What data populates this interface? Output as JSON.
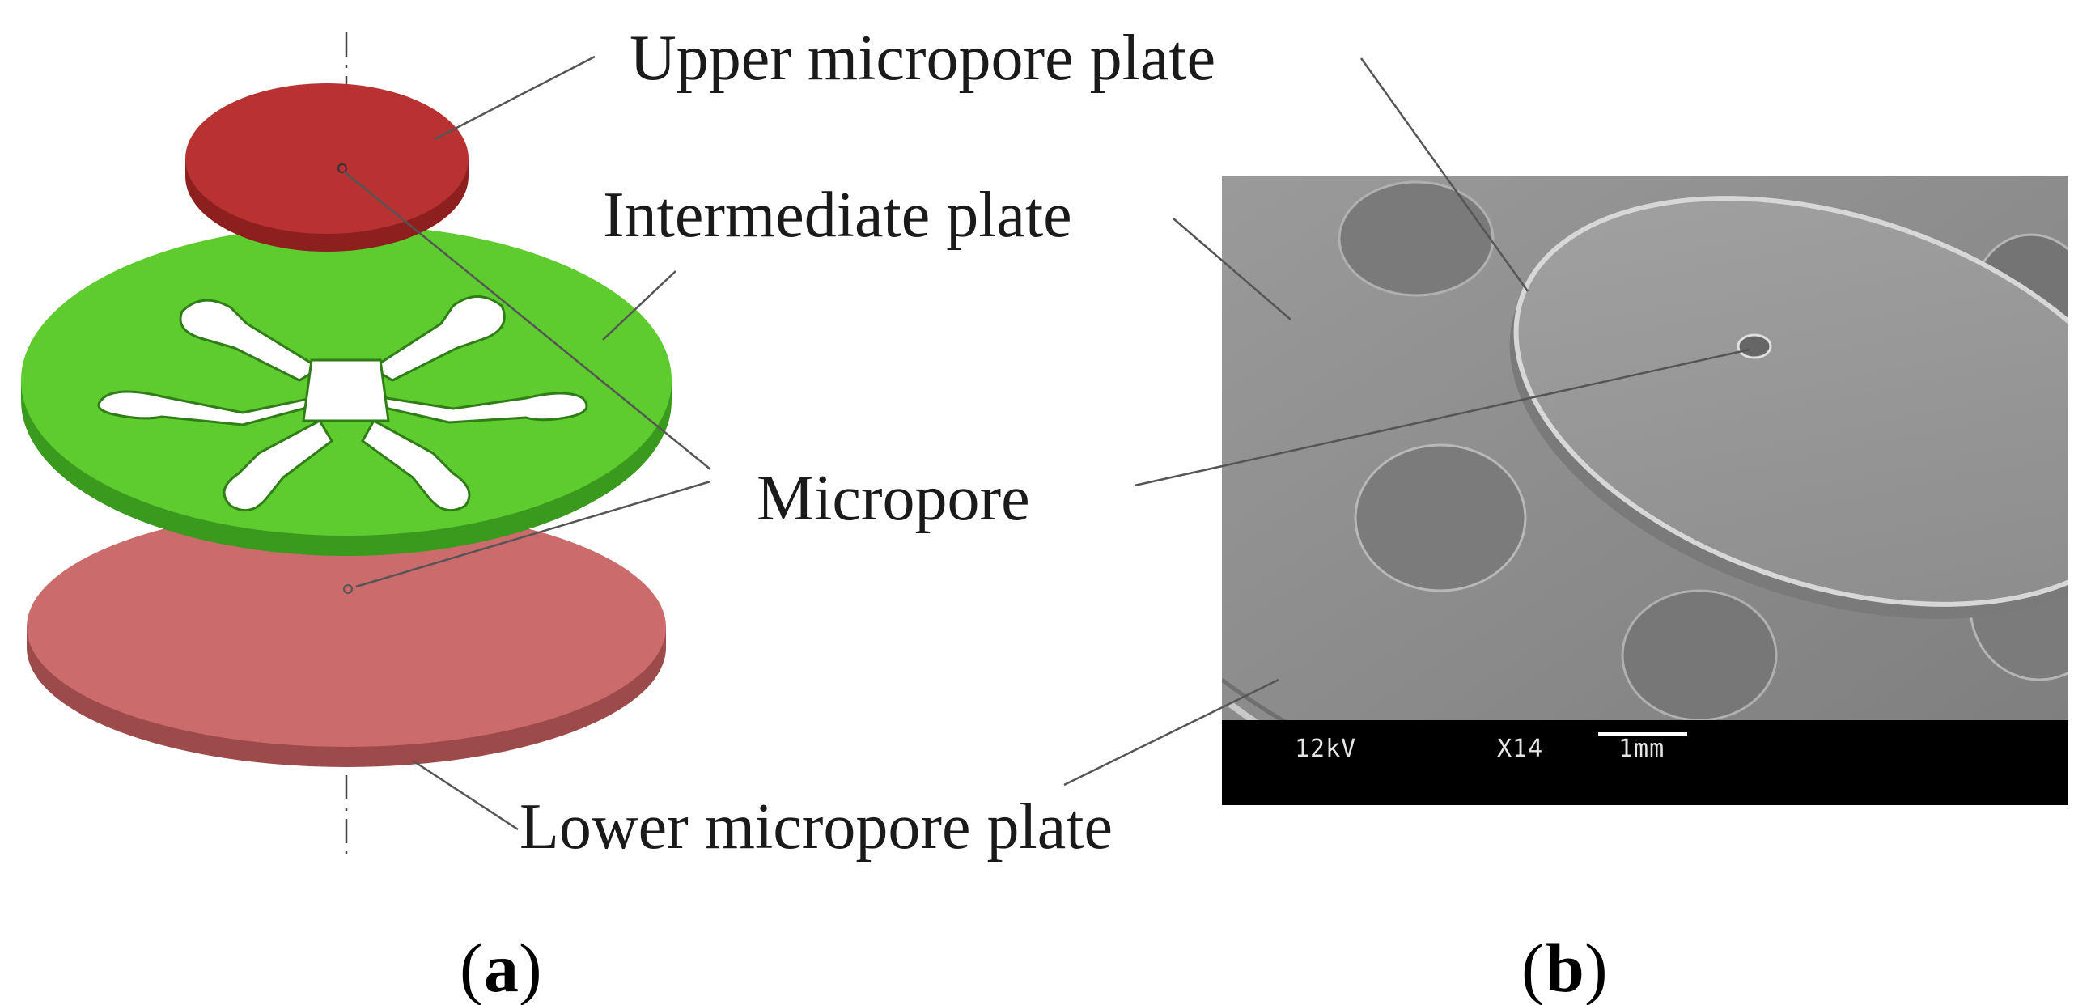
{
  "diagram": {
    "labels": {
      "upper_plate": "Upper micropore plate",
      "intermediate_plate": "Intermediate plate",
      "micropore": "Micropore",
      "lower_plate": "Lower micropore plate"
    },
    "panels": {
      "a": "a",
      "b": "b",
      "open_paren": "(",
      "close_paren": ")"
    },
    "sem_info": {
      "voltage": "12kV",
      "magnification": "X14",
      "scale": "1mm"
    },
    "colors": {
      "upper_plate": "#b83232",
      "intermediate_plate": "#5ecb2f",
      "lower_plate": "#cc6b6b",
      "sem_background": "#8c8c8c",
      "sem_databar": "#000000"
    }
  }
}
